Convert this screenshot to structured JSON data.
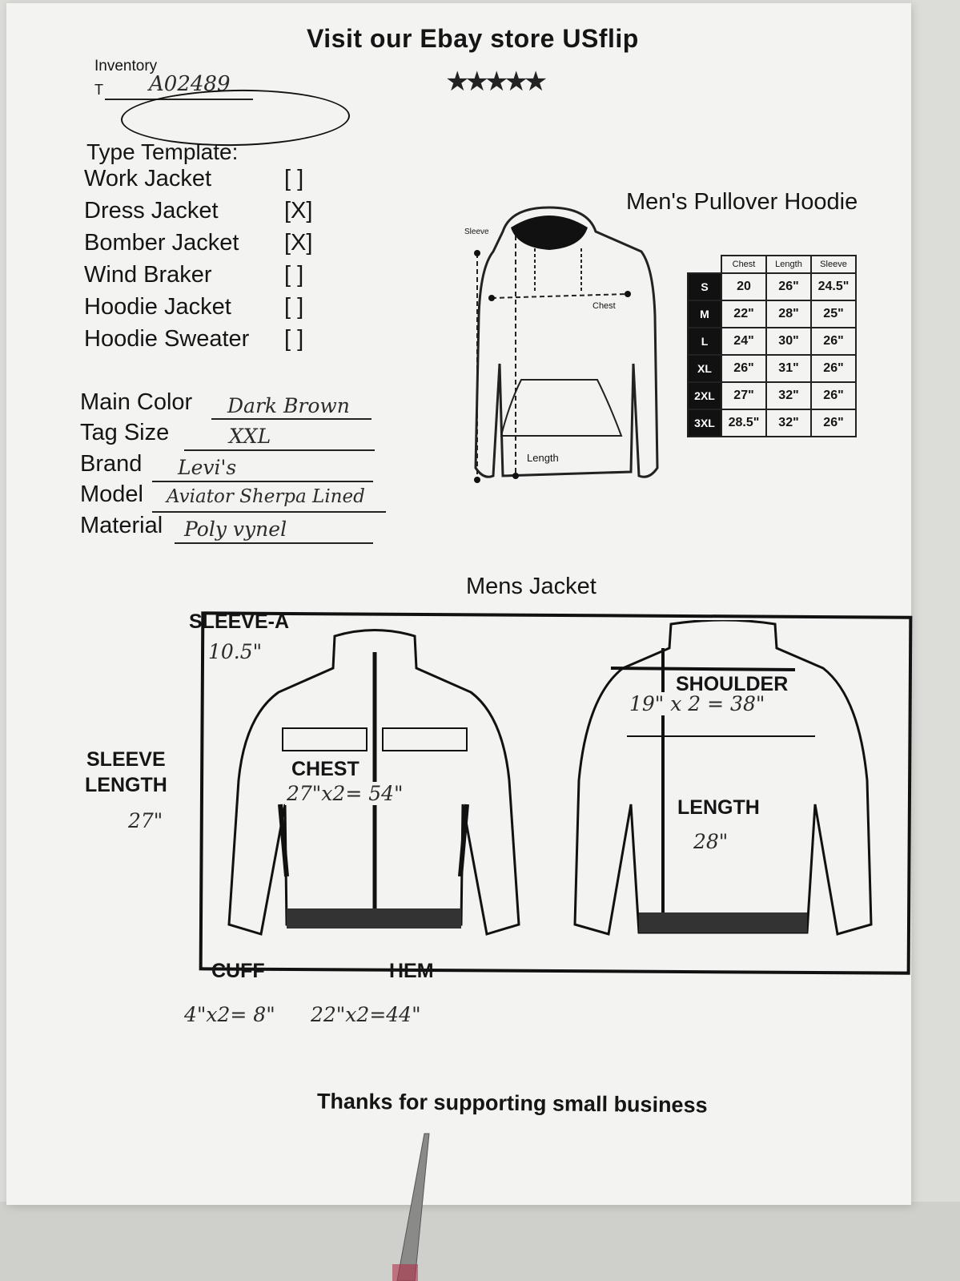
{
  "header": {
    "title": "Visit our Ebay store USflip",
    "stars": "★★★★★"
  },
  "inventory": {
    "label": "Inventory",
    "prefix": "T",
    "value": "A02489"
  },
  "type_template": {
    "title": "Type Template:",
    "items": [
      {
        "label": "Work Jacket",
        "box": "[ ]"
      },
      {
        "label": "Dress Jacket",
        "box": "[X]"
      },
      {
        "label": "Bomber Jacket",
        "box": "[X]"
      },
      {
        "label": "Wind Braker",
        "box": "[ ]"
      },
      {
        "label": "Hoodie Jacket",
        "box": "[ ]"
      },
      {
        "label": "Hoodie Sweater",
        "box": "[ ]"
      }
    ]
  },
  "fields": {
    "main_color": {
      "label": "Main Color",
      "value": "Dark Brown"
    },
    "tag_size": {
      "label": "Tag Size",
      "value": "XXL"
    },
    "brand": {
      "label": "Brand",
      "value": "Levi's"
    },
    "model": {
      "label": "Model",
      "value": "Aviator Sherpa Lined"
    },
    "material": {
      "label": "Material",
      "value": "Poly vynel"
    }
  },
  "hoodie": {
    "title": "Men's Pullover Hoodie",
    "diagram_labels": {
      "sleeve": "Sleeve",
      "chest": "Chest",
      "length": "Length"
    },
    "columns": [
      "Chest",
      "Length",
      "Sleeve"
    ],
    "rows": [
      {
        "size": "S",
        "values": [
          "20",
          "26\"",
          "24.5\""
        ]
      },
      {
        "size": "M",
        "values": [
          "22\"",
          "28\"",
          "25\""
        ]
      },
      {
        "size": "L",
        "values": [
          "24\"",
          "30\"",
          "26\""
        ]
      },
      {
        "size": "XL",
        "values": [
          "26\"",
          "31\"",
          "26\""
        ]
      },
      {
        "size": "2XL",
        "values": [
          "27\"",
          "32\"",
          "26\""
        ]
      },
      {
        "size": "3XL",
        "values": [
          "28.5\"",
          "32\"",
          "26\""
        ]
      }
    ]
  },
  "jacket": {
    "title": "Mens Jacket",
    "labels": {
      "sleeve_a": "SLEEVE-A",
      "sleeve_length_1": "SLEEVE",
      "sleeve_length_2": "LENGTH",
      "chest": "CHEST",
      "shoulder": "SHOULDER",
      "length": "LENGTH",
      "cuff": "CUFF",
      "hem": "HEM"
    },
    "values": {
      "sleeve_a": "10.5\"",
      "sleeve_length": "27\"",
      "chest": "27\"x2= 54\"",
      "shoulder": "19\" x 2 = 38\"",
      "length": "28\"",
      "cuff": "4\"x2= 8\"",
      "hem": "22\"x2=44\""
    }
  },
  "footer": {
    "text": "Thanks for supporting small business"
  }
}
